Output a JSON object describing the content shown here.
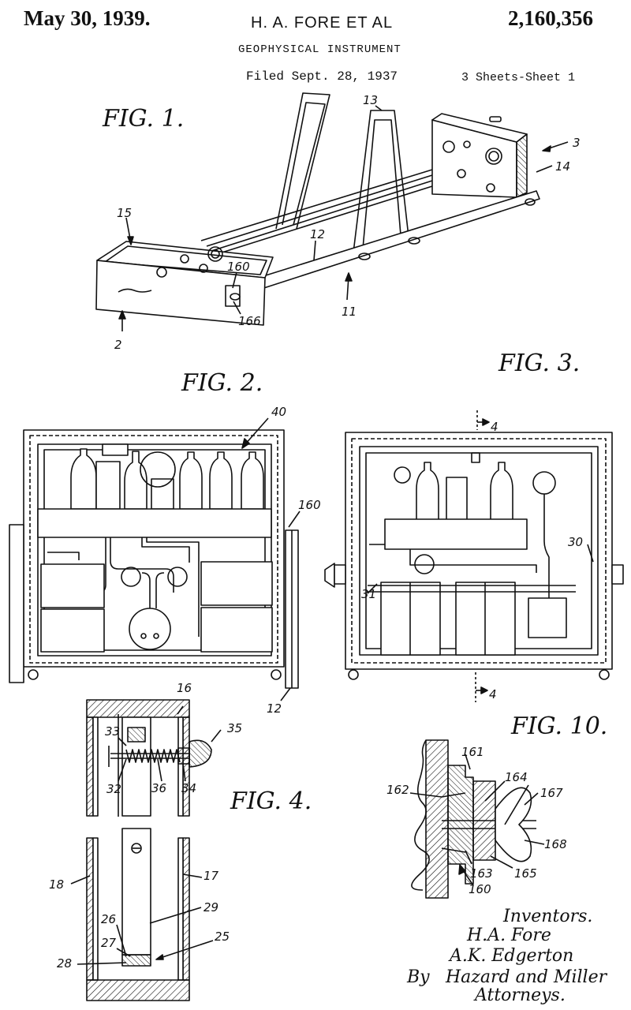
{
  "header": {
    "date": "May 30, 1939.",
    "inventor_line": "H. A. FORE ET AL",
    "patent_number": "2,160,356",
    "title": "GEOPHYSICAL INSTRUMENT",
    "filed": "Filed Sept. 28, 1937",
    "sheets": "3 Sheets-Sheet 1"
  },
  "figures": {
    "fig1": "FIG. 1.",
    "fig2": "FIG. 2.",
    "fig3": "FIG. 3.",
    "fig4": "FIG. 4.",
    "fig10": "FIG. 10."
  },
  "refs": {
    "fig1": [
      "13",
      "3",
      "14",
      "15",
      "12",
      "160",
      "11",
      "166",
      "2"
    ],
    "fig2": [
      "40",
      "160",
      "12"
    ],
    "fig3": [
      "4",
      "30",
      "31",
      "4"
    ],
    "fig4": [
      "16",
      "35",
      "33",
      "32",
      "36",
      "34",
      "18",
      "17",
      "29",
      "26",
      "25",
      "27",
      "28"
    ],
    "fig10": [
      "161",
      "164",
      "162",
      "167",
      "168",
      "163",
      "165",
      "160"
    ]
  },
  "signature": {
    "inventors_label": "Inventors.",
    "inventor_1": "H.A. Fore",
    "inventor_2": "A.K. Edgerton",
    "by": "By",
    "firm": "Hazard and Miller",
    "attorneys": "Attorneys."
  }
}
